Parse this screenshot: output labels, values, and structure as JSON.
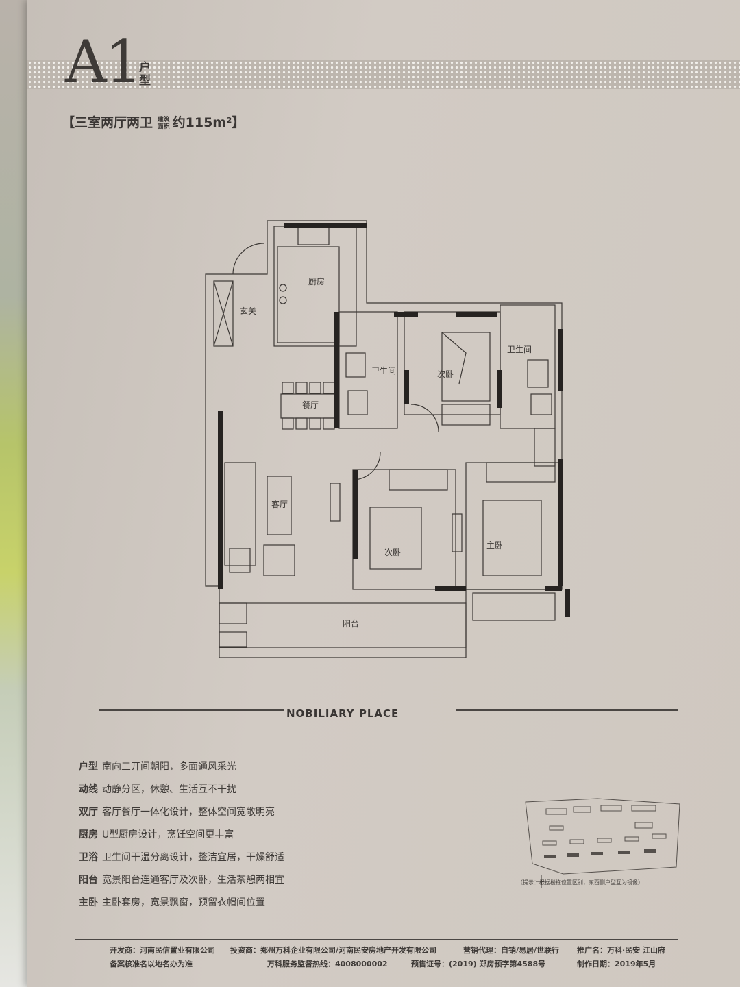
{
  "header": {
    "type_code": "A1",
    "type_suffix": "户型",
    "subtitle_prefix": "【三室两厅两卫",
    "subtitle_area_label": "建筑面积",
    "subtitle_area_value": "约115m²】"
  },
  "floorplan": {
    "rooms": {
      "kitchen": "厨房",
      "entry": "玄关",
      "dining": "餐厅",
      "living": "客厅",
      "bathroom_1": "卫生间",
      "bathroom_2": "卫生间",
      "bedroom_2a": "次卧",
      "bedroom_2b": "次卧",
      "master": "主卧",
      "balcony": "阳台"
    }
  },
  "brand": "NOBILIARY PLACE",
  "features": [
    {
      "key": "户型",
      "text": "南向三开间朝阳，多面通风采光"
    },
    {
      "key": "动线",
      "text": "动静分区，休憩、生活互不干扰"
    },
    {
      "key": "双厅",
      "text": "客厅餐厅一体化设计，整体空间宽敞明亮"
    },
    {
      "key": "厨房",
      "text": "U型厨房设计，烹饪空间更丰富"
    },
    {
      "key": "卫浴",
      "text": "卫生间干湿分离设计，整洁宜居，干燥舒适"
    },
    {
      "key": "阳台",
      "text": "宽景阳台连通客厅及次卧，生活茶憩两相宜"
    },
    {
      "key": "主卧",
      "text": "主卧套房，宽景飘窗，预留衣帽间位置"
    }
  ],
  "site_map_note": "（提示：根据楼栋位置区别，东西侧户型互为镜像）",
  "footer": {
    "developer": "开发商：河南民信置业有限公司",
    "investor": "投资商：郑州万科企业有限公司/河南民安房地产开发有限公司",
    "agent": "营销代理：自销/易居/世联行",
    "promoter": "推广名：万科·民安 江山府",
    "record_note": "备案核准名以地名办为准",
    "hotline": "万科服务监督热线：4008000002",
    "presale": "预售证号：(2019) 郑房预字第4588号",
    "date": "制作日期：2019年5月"
  }
}
